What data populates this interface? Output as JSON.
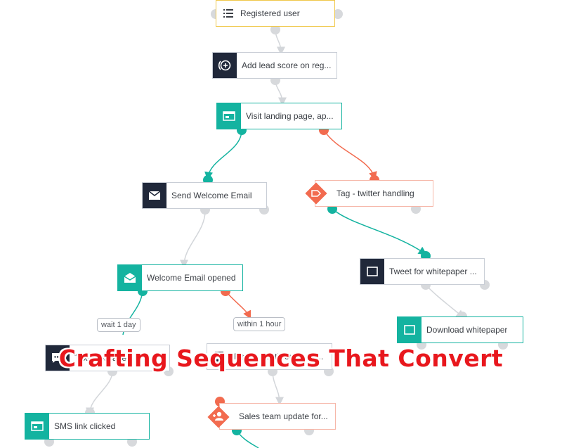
{
  "nodes": {
    "registered_user": "Registered user",
    "add_lead_score": "Add lead score on reg...",
    "visit_landing": "Visit landing page, ap...",
    "send_welcome": "Send Welcome Email",
    "tag_twitter": "Tag - twitter handling",
    "welcome_opened": "Welcome Email opened",
    "tweet_whitepaper": "Tweet for whitepaper ...",
    "download_whitepaper": "Download whitepaper",
    "text_message": "Text message",
    "reach_out": "Reach out through my...",
    "sms_clicked": "SMS link clicked",
    "sales_update": "Sales team update for..."
  },
  "conditions": {
    "wait_1_day": "wait 1 day",
    "within_1_hour": "within 1 hour"
  },
  "overlay_title": "Crafting Sequences That Convert",
  "colors": {
    "yes": "#14b3a0",
    "no": "#f26b4f",
    "neutral": "#c6c9cd",
    "dark": "#20283a",
    "title": "#e8171d"
  }
}
